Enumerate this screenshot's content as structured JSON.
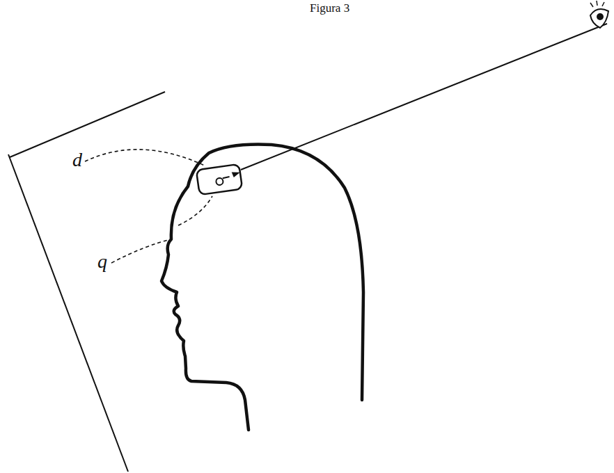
{
  "diagram": {
    "title": "Figura 3",
    "labels": [
      "d",
      "q"
    ]
  }
}
